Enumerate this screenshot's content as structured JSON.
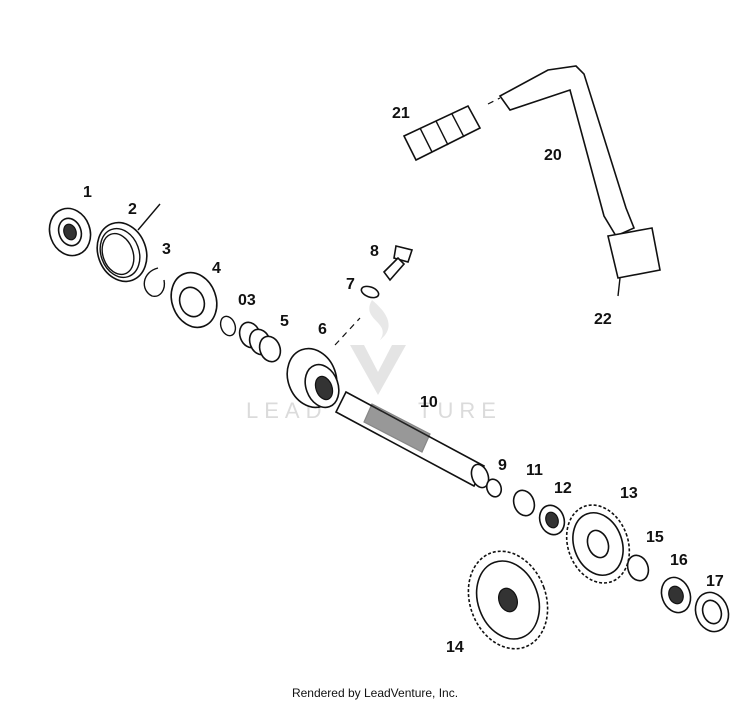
{
  "footer": {
    "rendered_by": "Rendered by LeadVenture, Inc."
  },
  "watermark": {
    "text_left": "LEAD",
    "text_right": "TURE"
  },
  "parts": [
    {
      "id": "p1",
      "label": "1"
    },
    {
      "id": "p2",
      "label": "2"
    },
    {
      "id": "p3",
      "label": "3"
    },
    {
      "id": "p4",
      "label": "4"
    },
    {
      "id": "p03",
      "label": "03"
    },
    {
      "id": "p5",
      "label": "5"
    },
    {
      "id": "p6",
      "label": "6"
    },
    {
      "id": "p7",
      "label": "7"
    },
    {
      "id": "p8",
      "label": "8"
    },
    {
      "id": "p9",
      "label": "9"
    },
    {
      "id": "p10",
      "label": "10"
    },
    {
      "id": "p11",
      "label": "11"
    },
    {
      "id": "p12",
      "label": "12"
    },
    {
      "id": "p13",
      "label": "13"
    },
    {
      "id": "p14",
      "label": "14"
    },
    {
      "id": "p15",
      "label": "15"
    },
    {
      "id": "p16",
      "label": "16"
    },
    {
      "id": "p17",
      "label": "17"
    },
    {
      "id": "p20",
      "label": "20"
    },
    {
      "id": "p21",
      "label": "21"
    },
    {
      "id": "p22",
      "label": "22"
    }
  ]
}
